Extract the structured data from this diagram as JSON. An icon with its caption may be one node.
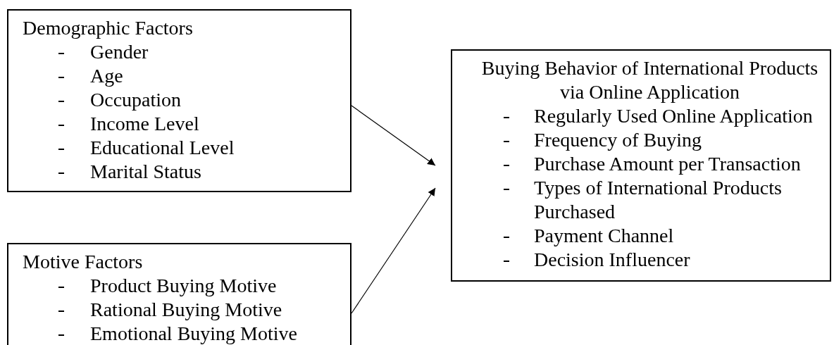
{
  "diagram": {
    "nodes": [
      {
        "text": [
          "Demographic Factors",
          "Gender",
          "Age",
          "Occupation",
          "Income Level",
          "Educational Level",
          "Marital Status"
        ]
      },
      {
        "text": [
          "Motive Factors",
          "Product Buying Motive",
          "Rational Buying Motive",
          "Emotional Buying Motive"
        ]
      },
      {
        "text": [
          "Buying Behavior of International Products via Online Application",
          "Regularly Used Online Application",
          "Frequency of Buying",
          "Purchase Amount per Transaction",
          "Types of International Products Purchased",
          "Payment Channel",
          "Decision Influencer"
        ]
      }
    ],
    "edges": [
      {
        "from": 0,
        "to": 2,
        "arrow": "to"
      },
      {
        "from": 1,
        "to": 2,
        "arrow": "to"
      }
    ]
  }
}
